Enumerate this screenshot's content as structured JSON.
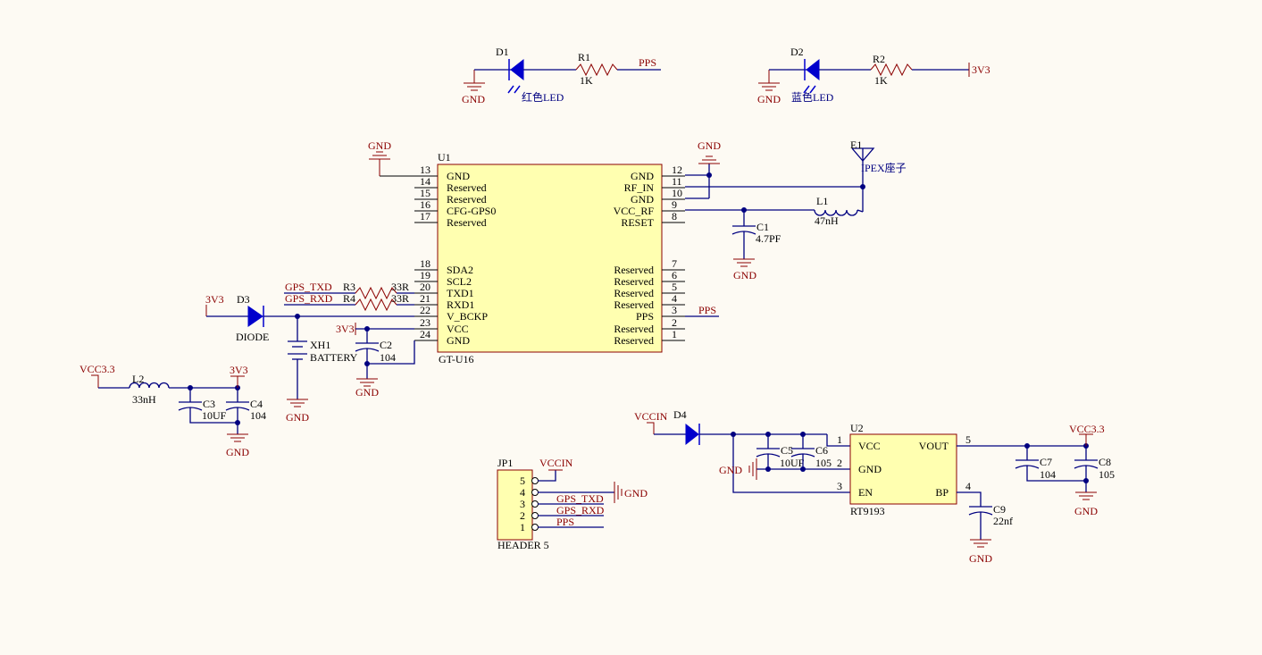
{
  "labels": {
    "gnd": "GND",
    "pps": "PPS",
    "v3v3": "3V3",
    "vcc33": "VCC3.3",
    "vccin": "VCCIN",
    "gps_txd": "GPS_TXD",
    "gps_rxd": "GPS_RXD"
  },
  "d1": {
    "ref": "D1",
    "value": "红色LED"
  },
  "d2": {
    "ref": "D2",
    "value": "蓝色LED"
  },
  "r1": {
    "ref": "R1",
    "value": "1K"
  },
  "r2": {
    "ref": "R2",
    "value": "1K"
  },
  "u1": {
    "ref": "U1",
    "part": "GT-U16",
    "left_pins": [
      {
        "num": "13",
        "name": "GND"
      },
      {
        "num": "14",
        "name": "Reserved"
      },
      {
        "num": "15",
        "name": "Reserved"
      },
      {
        "num": "16",
        "name": "CFG-GPS0"
      },
      {
        "num": "17",
        "name": "Reserved"
      },
      {
        "num": "18",
        "name": "SDA2"
      },
      {
        "num": "19",
        "name": "SCL2"
      },
      {
        "num": "20",
        "name": "TXD1"
      },
      {
        "num": "21",
        "name": "RXD1"
      },
      {
        "num": "22",
        "name": "V_BCKP"
      },
      {
        "num": "23",
        "name": "VCC"
      },
      {
        "num": "24",
        "name": "GND"
      }
    ],
    "right_pins": [
      {
        "num": "12",
        "name": "GND"
      },
      {
        "num": "11",
        "name": "RF_IN"
      },
      {
        "num": "10",
        "name": "GND"
      },
      {
        "num": "9",
        "name": "VCC_RF"
      },
      {
        "num": "8",
        "name": "RESET"
      },
      {
        "num": "7",
        "name": "Reserved"
      },
      {
        "num": "6",
        "name": "Reserved"
      },
      {
        "num": "5",
        "name": "Reserved"
      },
      {
        "num": "4",
        "name": "Reserved"
      },
      {
        "num": "3",
        "name": "PPS"
      },
      {
        "num": "2",
        "name": "Reserved"
      },
      {
        "num": "1",
        "name": "Reserved"
      }
    ]
  },
  "e1": {
    "ref": "E1",
    "value": "IPEX座子"
  },
  "l1": {
    "ref": "L1",
    "value": "47nH"
  },
  "c1": {
    "ref": "C1",
    "value": "4.7PF"
  },
  "r3": {
    "ref": "R3",
    "value": "33R"
  },
  "r4": {
    "ref": "R4",
    "value": "33R"
  },
  "d3": {
    "ref": "D3",
    "value": "DIODE"
  },
  "xh1": {
    "ref": "XH1",
    "value": "BATTERY"
  },
  "c2": {
    "ref": "C2",
    "value": "104"
  },
  "l2": {
    "ref": "L2",
    "value": "33nH"
  },
  "c3": {
    "ref": "C3",
    "value": "10UF"
  },
  "c4": {
    "ref": "C4",
    "value": "104"
  },
  "jp1": {
    "ref": "JP1",
    "part": "HEADER 5",
    "pins": [
      "5",
      "4",
      "3",
      "2",
      "1"
    ]
  },
  "d4": {
    "ref": "D4"
  },
  "c5": {
    "ref": "C5",
    "value": "10UF"
  },
  "c6": {
    "ref": "C6",
    "value": "105"
  },
  "u2": {
    "ref": "U2",
    "part": "RT9193",
    "pins": [
      {
        "num": "1",
        "name": "VCC"
      },
      {
        "num": "2",
        "name": "GND"
      },
      {
        "num": "3",
        "name": "EN"
      },
      {
        "num": "5",
        "name": "VOUT"
      },
      {
        "num": "4",
        "name": "BP"
      }
    ]
  },
  "c7": {
    "ref": "C7",
    "value": "104"
  },
  "c8": {
    "ref": "C8",
    "value": "105"
  },
  "c9": {
    "ref": "C9",
    "value": "22nf"
  }
}
